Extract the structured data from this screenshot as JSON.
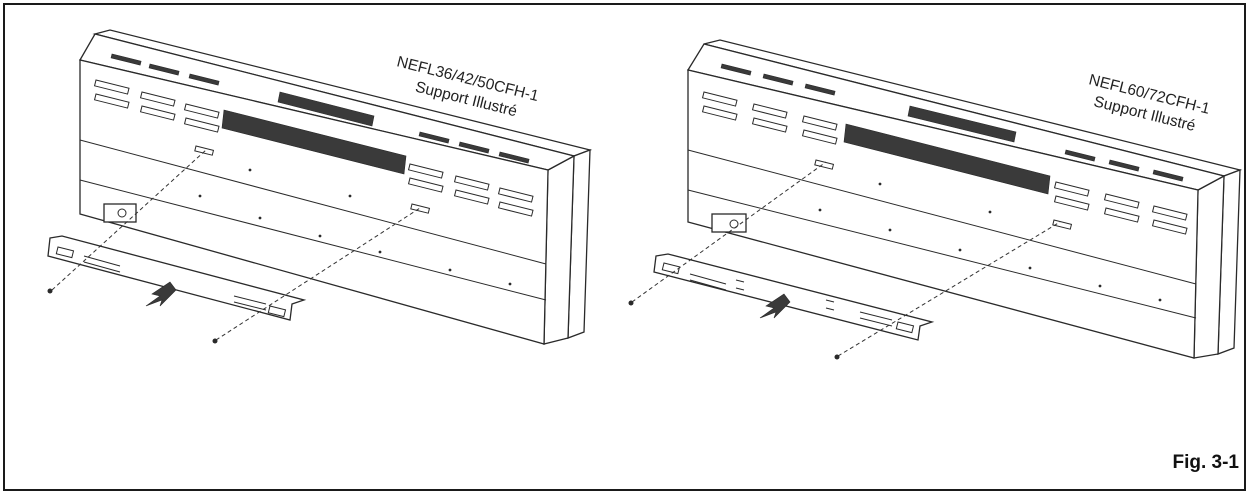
{
  "figure": {
    "label": "Fig. 3-1"
  },
  "panels": [
    {
      "model_label": "NEFL36/42/50CFH-1",
      "caption": "Support Illustré"
    },
    {
      "model_label": "NEFL60/72CFH-1",
      "caption": "Support Illustré"
    }
  ],
  "colors": {
    "line": "#2a2a2a",
    "background": "#ffffff"
  },
  "icons": [
    "screw-icon",
    "arrow-icon"
  ]
}
